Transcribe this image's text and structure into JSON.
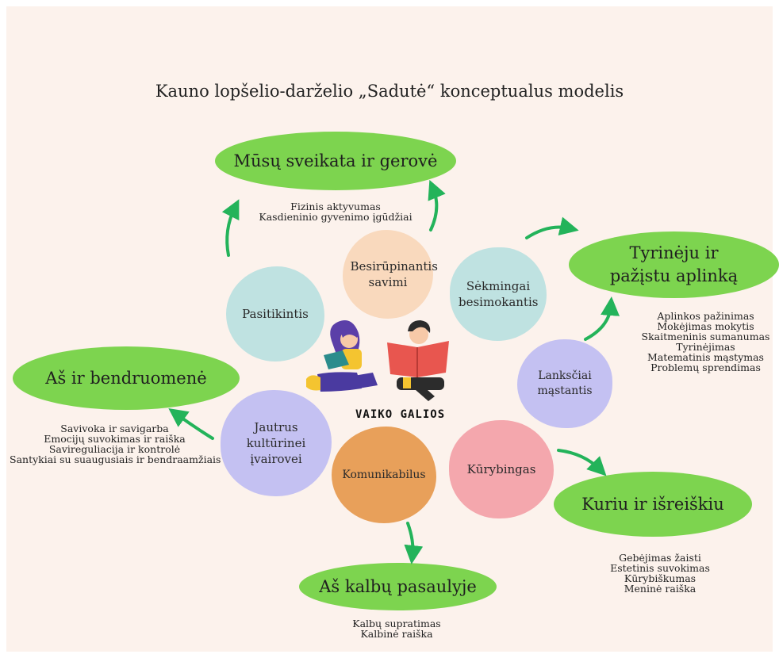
{
  "title": "Kauno lopšelio-darželio „Sadutė“ konceptualus modelis",
  "center_label": "VAIKO GALIOS",
  "areas": [
    {
      "label": "Mūsų sveikata ir gerovė",
      "items": [
        "Fizinis aktyvumas",
        "Kasdieninio gyvenimo įgūdžiai"
      ]
    },
    {
      "label": "Tyrinėju ir pažįstu aplinką",
      "items": [
        "Aplinkos pažinimas",
        "Mokėjimas mokytis",
        "Skaitmeninis sumanumas",
        "Tyrinėjimas",
        "Matematinis mąstymas",
        "Problemų sprendimas"
      ]
    },
    {
      "label": "Aš ir bendruomenė",
      "items": [
        "Savivoka ir savigarba",
        "Emocijų suvokimas ir raiška",
        "Savireguliacija ir kontrolė",
        "Santykiai su suaugusiais ir bendraamžiais"
      ]
    },
    {
      "label": "Kuriu ir išreiškiu",
      "items": [
        "Gebėjimas žaisti",
        "Estetinis suvokimas",
        "Kūrybiškumas",
        "Meninė raiška"
      ]
    },
    {
      "label": "Aš kalbų pasaulyje",
      "items": [
        "Kalbų supratimas",
        "Kalbinė raiška"
      ]
    }
  ],
  "powers": [
    {
      "label": "Pasitikintis",
      "color": "#bfe2e1"
    },
    {
      "label": "Besirūpinantis savimi",
      "color": "#f9d9bd"
    },
    {
      "label": "Sėkmingai besimokantis",
      "color": "#bfe2e1"
    },
    {
      "label": "Lanksčiai mąstantis",
      "color": "#c4c1f2"
    },
    {
      "label": "Jautrus kultūrinei įvairovei",
      "color": "#c4c1f2"
    },
    {
      "label": "Komunikabilus",
      "color": "#e8a05a"
    },
    {
      "label": "Kūrybingas",
      "color": "#f4a7ad"
    }
  ],
  "colors": {
    "area_green": "#7dd44f",
    "arrow_green": "#23b35a",
    "background": "#fcf2ec"
  }
}
